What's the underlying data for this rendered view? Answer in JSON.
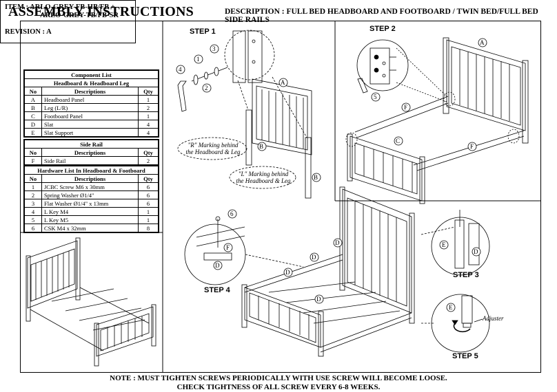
{
  "header": {
    "title": "ASSEMBLY INSTRUCTIONS",
    "description": "DESCRIPTION : FULL BED HEADBOARD AND FOOTBOARD / TWIN BED/FULL BED SIDE RAILS"
  },
  "item_box": {
    "line1": "ITEM : ARLO-GREY-FB-HB/FB +",
    "line2": "ARLO-GREY-TB/FB-SR",
    "revision": "REVISION : A"
  },
  "component_list": {
    "title": "Component List",
    "subtitle": "Headboard & Headboard Leg",
    "headers": [
      "No",
      "Descriptions",
      "Qty"
    ],
    "rows": [
      [
        "A",
        "Headboard Panel",
        "1"
      ],
      [
        "B",
        "Leg (L/R)",
        "2"
      ],
      [
        "C",
        "Footboard Panel",
        "1"
      ],
      [
        "D",
        "Slat",
        "4"
      ],
      [
        "E",
        "Slat Support",
        "4"
      ]
    ]
  },
  "side_rail": {
    "title": "Side Rail",
    "headers": [
      "No",
      "Descriptions",
      "Qty"
    ],
    "rows": [
      [
        "F",
        "Side Rail",
        "2"
      ]
    ]
  },
  "hardware": {
    "title": "Hardware List In Headboard & Footboard",
    "headers": [
      "No",
      "Descriptions",
      "Qty"
    ],
    "rows": [
      [
        "1",
        "JCBC Screw M6 x 30mm",
        "6"
      ],
      [
        "2",
        "Spring Washer Ø1/4\"",
        "6"
      ],
      [
        "3",
        "Flat Washer Ø1/4\" x 13mm",
        "6"
      ],
      [
        "4",
        "L Key M4",
        "1"
      ],
      [
        "5",
        "L Key M5",
        "1"
      ],
      [
        "6",
        "CSK M4 x 32mm",
        "8"
      ]
    ]
  },
  "steps": {
    "step1": "STEP 1",
    "step2": "STEP 2",
    "step3": "STEP 3",
    "step4": "STEP 4",
    "step5": "STEP 5"
  },
  "callouts": {
    "r_marking": "\"R\" Marking behind\nthe Headboard & Leg",
    "l_marking": "\"L\" Marking behind\nthe Headboard & Leg",
    "adjuster": "Adjuster"
  },
  "part_labels": {
    "A": "A",
    "B": "B",
    "C": "C",
    "D": "D",
    "E": "E",
    "F": "F",
    "n1": "1",
    "n2": "2",
    "n3": "3",
    "n4": "4",
    "n5": "5",
    "n6": "6"
  },
  "note": {
    "line1": "NOTE : MUST TIGHTEN SCREWS PERIODICALLY WITH USE SCREW WILL BECOME LOOSE.",
    "line2": "CHECK TIGHTNESS OF ALL SCREW EVERY 6-8 WEEKS."
  }
}
